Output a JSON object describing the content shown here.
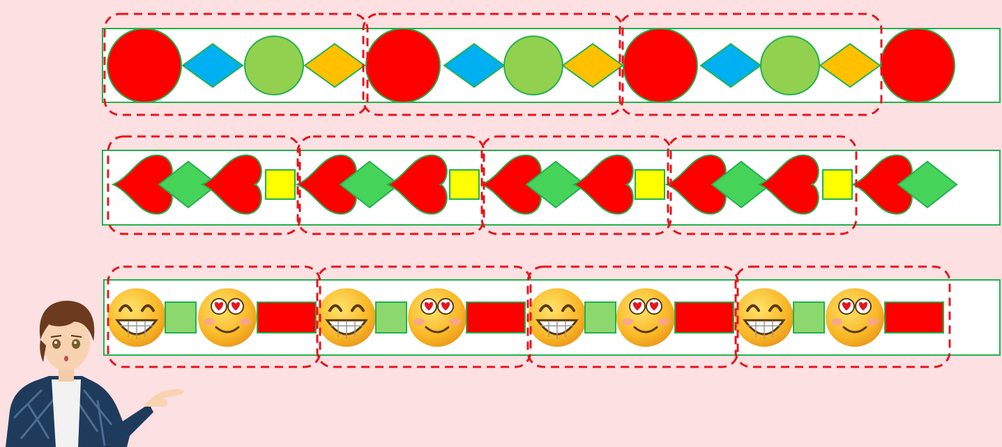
{
  "colors": {
    "background": "#FCE0E2",
    "row_border": "#22B14C",
    "group_dash": "#E8141C",
    "red": "#FF0000",
    "blue": "#00B0F0",
    "light_green": "#92D050",
    "orange": "#FFC000",
    "green": "#45D35A",
    "yellow": "#FFFF00",
    "square_green": "#8BD86E",
    "emoji_yellow": "#F9B625"
  },
  "rows": [
    {
      "name": "row-circles-diamonds",
      "sequence": [
        "red-circle",
        "blue-diamond",
        "green-circle",
        "orange-diamond",
        "red-circle",
        "blue-diamond",
        "green-circle",
        "orange-diamond",
        "red-circle",
        "blue-diamond",
        "green-circle",
        "orange-diamond",
        "red-circle"
      ],
      "pattern_unit": [
        "red-circle",
        "blue-diamond",
        "green-circle",
        "orange-diamond"
      ],
      "highlighted_groups": 3
    },
    {
      "name": "row-hearts",
      "sequence": [
        "red-heart",
        "green-diamond",
        "red-heart",
        "yellow-square",
        "red-heart",
        "green-diamond",
        "red-heart",
        "yellow-square",
        "red-heart",
        "green-diamond",
        "red-heart",
        "yellow-square",
        "red-heart",
        "green-diamond",
        "red-heart",
        "yellow-square",
        "red-heart",
        "green-diamond"
      ],
      "pattern_unit": [
        "red-heart",
        "green-diamond",
        "red-heart",
        "yellow-square"
      ],
      "highlighted_groups": 4
    },
    {
      "name": "row-emojis",
      "sequence": [
        "grinning-emoji",
        "green-square",
        "heart-eyes-emoji",
        "red-rectangle",
        "grinning-emoji",
        "green-square",
        "heart-eyes-emoji",
        "red-rectangle",
        "grinning-emoji",
        "green-square",
        "heart-eyes-emoji",
        "red-rectangle",
        "grinning-emoji",
        "green-square",
        "heart-eyes-emoji",
        "red-rectangle"
      ],
      "pattern_unit": [
        "grinning-emoji",
        "green-square",
        "heart-eyes-emoji",
        "red-rectangle"
      ],
      "highlighted_groups": 4
    }
  ],
  "character": {
    "icon": "presenter-boy-icon"
  }
}
